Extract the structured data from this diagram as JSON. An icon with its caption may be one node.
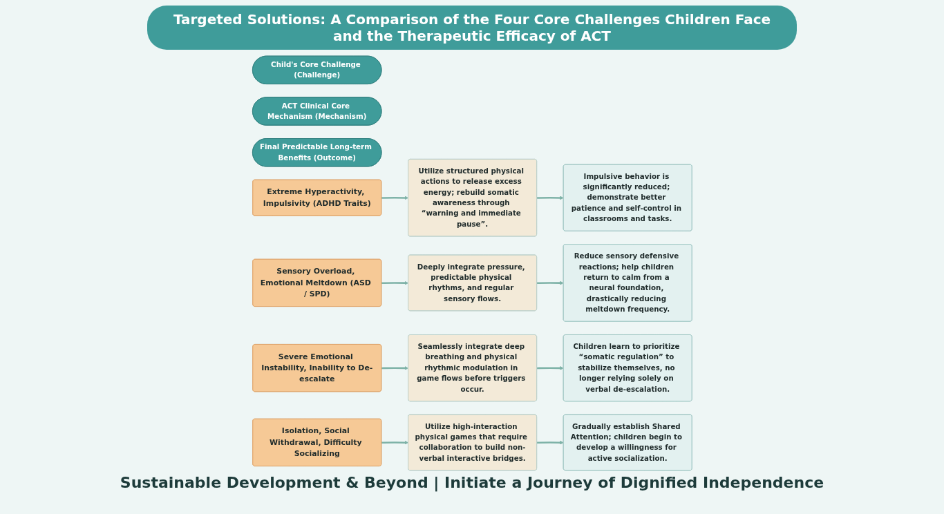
{
  "diagram": {
    "title": "Targeted Solutions: A Comparison of the Four Core Challenges Children Face and the Therapeutic Efficacy of ACT",
    "nodes": [
      {
        "text": [
          "Child's Core Challenge (Challenge)"
        ]
      },
      {
        "text": [
          "ACT Clinical Core Mechanism (Mechanism)"
        ]
      },
      {
        "text": [
          "Final Predictable Long-term Benefits (Outcome)"
        ]
      },
      {
        "text": [
          "Extreme Hyperactivity, Impulsivity (ADHD Traits)"
        ]
      },
      {
        "text": [
          "Utilize structured physical actions to release excess energy; rebuild somatic awareness through “warning and immediate pause”."
        ]
      },
      {
        "text": [
          "Impulsive behavior is significantly reduced; demonstrate better patience and self-control in classrooms and tasks."
        ]
      },
      {
        "text": [
          "Sensory Overload, Emotional Meltdown (ASD / SPD)"
        ]
      },
      {
        "text": [
          "Deeply integrate pressure, predictable physical rhythms, and regular sensory flows."
        ]
      },
      {
        "text": [
          "Reduce sensory defensive reactions; help children return to calm from a neural foundation, drastically reducing meltdown frequency."
        ]
      },
      {
        "text": [
          "Severe Emotional Instability, Inability to De-escalate"
        ]
      },
      {
        "text": [
          "Seamlessly integrate deep breathing and physical rhythmic modulation in game flows before triggers occur."
        ]
      },
      {
        "text": [
          "Children learn to prioritize “somatic regulation” to stabilize themselves, no longer relying solely on verbal de-escalation."
        ]
      },
      {
        "text": [
          "Isolation, Social Withdrawal, Difficulty Socializing"
        ]
      },
      {
        "text": [
          "Utilize high-interaction physical games that require collaboration to build non-verbal interactive bridges."
        ]
      },
      {
        "text": [
          "Gradually establish Shared Attention; children begin to develop a willingness for active socialization."
        ]
      }
    ],
    "edges": [
      {
        "from": 3,
        "to": 4,
        "arrow": "to"
      },
      {
        "from": 4,
        "to": 5,
        "arrow": "to"
      },
      {
        "from": 6,
        "to": 7,
        "arrow": "to"
      },
      {
        "from": 7,
        "to": 8,
        "arrow": "to"
      },
      {
        "from": 9,
        "to": 10,
        "arrow": "to"
      },
      {
        "from": 10,
        "to": 11,
        "arrow": "to"
      },
      {
        "from": 12,
        "to": 13,
        "arrow": "to"
      },
      {
        "from": 13,
        "to": 14,
        "arrow": "to"
      }
    ],
    "labels": [
      "Sustainable Development & Beyond | Initiate a Journey of Dignified Independence"
    ]
  }
}
